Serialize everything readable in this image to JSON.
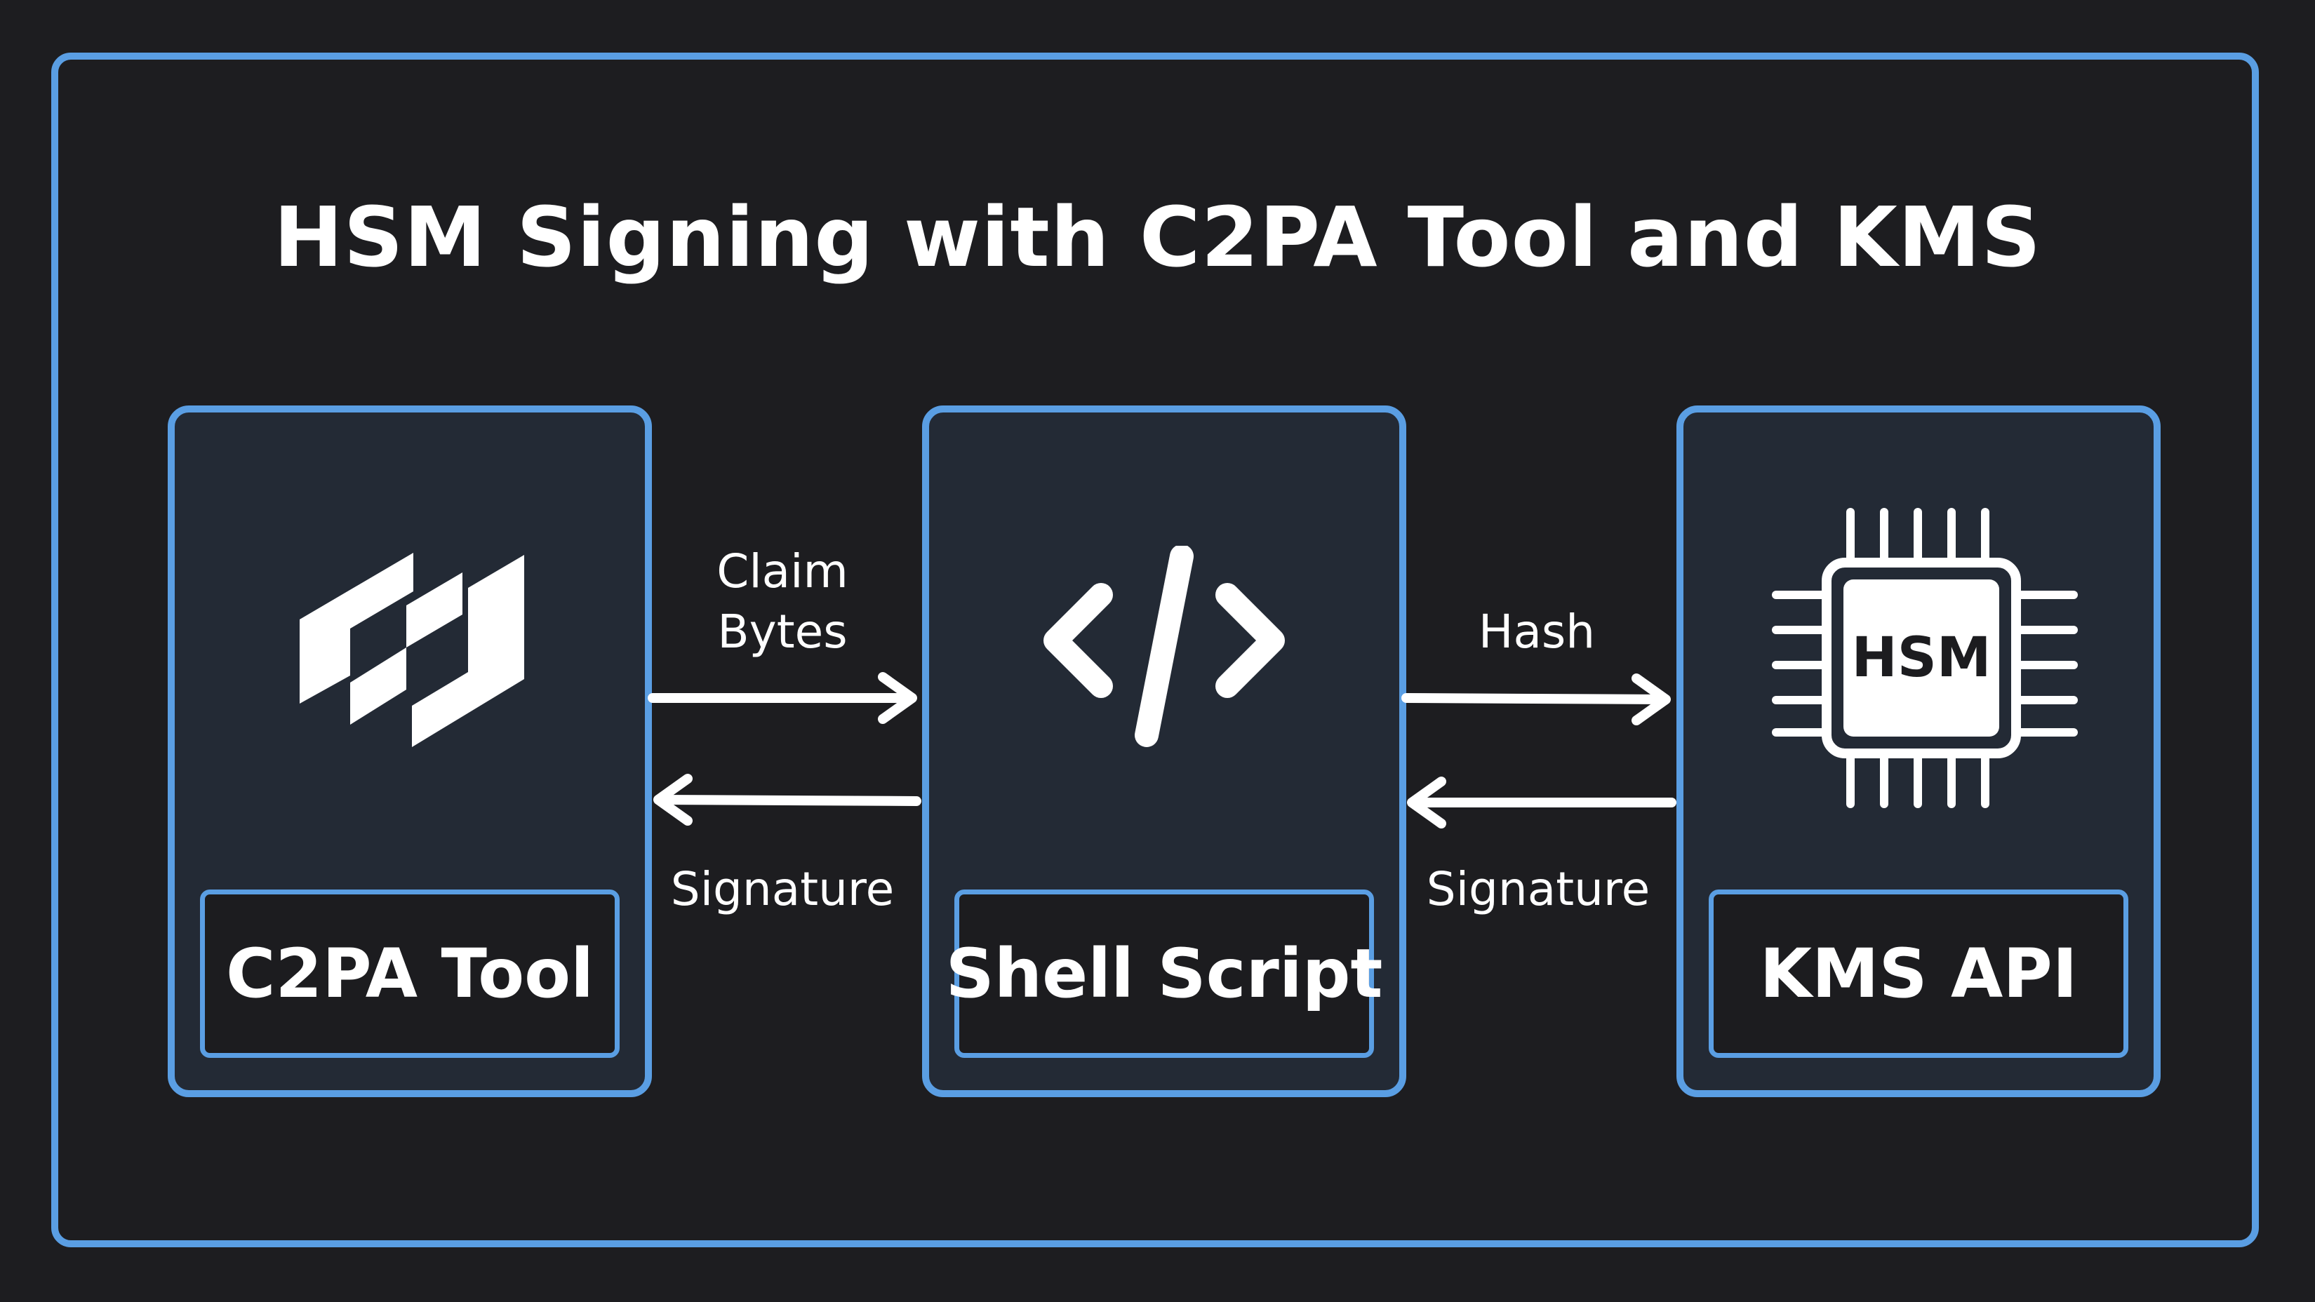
{
  "title": "HSM Signing with C2PA Tool and KMS",
  "nodes": [
    {
      "label": "C2PA Tool",
      "icon": "c2pa-logo-icon"
    },
    {
      "label": "Shell Script",
      "icon": "code-icon"
    },
    {
      "label": "KMS API",
      "icon": "hsm-chip-icon",
      "icon_text": "HSM"
    }
  ],
  "edges": [
    {
      "label_line1": "Claim",
      "label_line2": "Bytes",
      "direction": "right"
    },
    {
      "label": "Signature",
      "direction": "left"
    },
    {
      "label": "Hash",
      "direction": "right"
    },
    {
      "label": "Signature",
      "direction": "left"
    }
  ],
  "colors": {
    "background": "#1d1d20",
    "accent": "#5a9ee3",
    "node_fill": "#232a35",
    "text": "#ffffff"
  }
}
